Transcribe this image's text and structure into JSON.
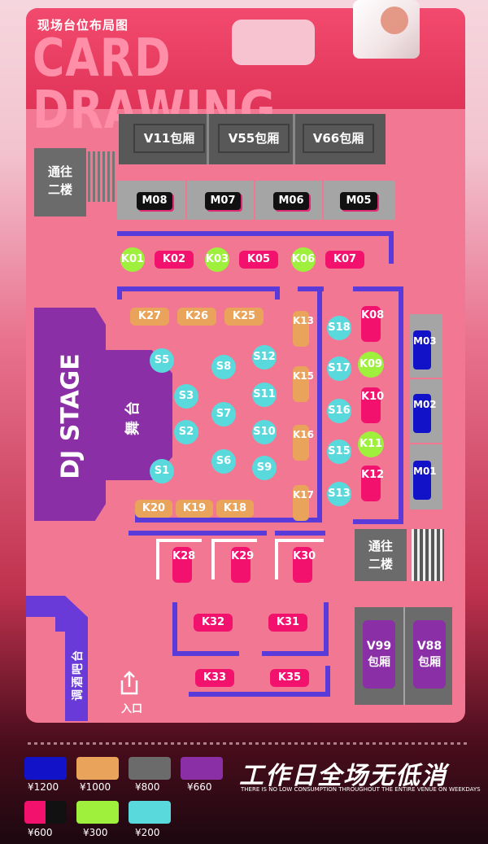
{
  "header": {
    "label": "现场台位布局图",
    "title": "CARD DRAWING"
  },
  "vip_top": [
    "V11包厢",
    "V55包厢",
    "V66包厢"
  ],
  "m_top": [
    "M08",
    "M07",
    "M06",
    "M05"
  ],
  "k_row1": [
    "K01",
    "K02",
    "K03",
    "K05",
    "K06",
    "K07"
  ],
  "stairs_upstairs": [
    "通往",
    "二楼"
  ],
  "stage": {
    "label": "DJ STAGE",
    "sub": "舞台"
  },
  "k_row_top": [
    "K27",
    "K26",
    "K25"
  ],
  "k_row_bottom": [
    "K20",
    "K19",
    "K18"
  ],
  "s_center": [
    "S5",
    "S8",
    "S12",
    "S3",
    "S11",
    "S7",
    "S2",
    "S10",
    "S1",
    "S6",
    "S9"
  ],
  "k_mid_column": [
    "K13",
    "K15",
    "K16",
    "K17"
  ],
  "s_right": [
    "S18",
    "S17",
    "S16",
    "S15",
    "S13"
  ],
  "k_right_column": [
    "K08",
    "K09",
    "K10",
    "K11",
    "K12"
  ],
  "m_right": [
    "M03",
    "M02",
    "M01"
  ],
  "k_lower": [
    "K28",
    "K29",
    "K30"
  ],
  "k_bottom": [
    "K32",
    "K31",
    "K33",
    "K35"
  ],
  "vip_bottom": [
    {
      "code": "V99",
      "room": "包厢"
    },
    {
      "code": "V88",
      "room": "包厢"
    }
  ],
  "bar_label": "调酒吧台",
  "entrance": "入口",
  "legend": [
    {
      "price": "¥1200",
      "color": "#1212c8"
    },
    {
      "price": "¥1000",
      "color": "#e9a35a"
    },
    {
      "price": "¥800",
      "color": "#6b6b6b"
    },
    {
      "price": "¥660",
      "color": "#8b2fa6"
    },
    {
      "price": "¥600",
      "color": "#f2126e"
    },
    {
      "price": "¥300",
      "color": "#9ef03d"
    },
    {
      "price": "¥200",
      "color": "#5ad9dd"
    }
  ],
  "slogan": "工作日全场无低消",
  "sub_slogan": "THERE IS NO LOW CONSUMPTION THROUGHOUT THE ENTIRE VENUE ON WEEKDAYS"
}
